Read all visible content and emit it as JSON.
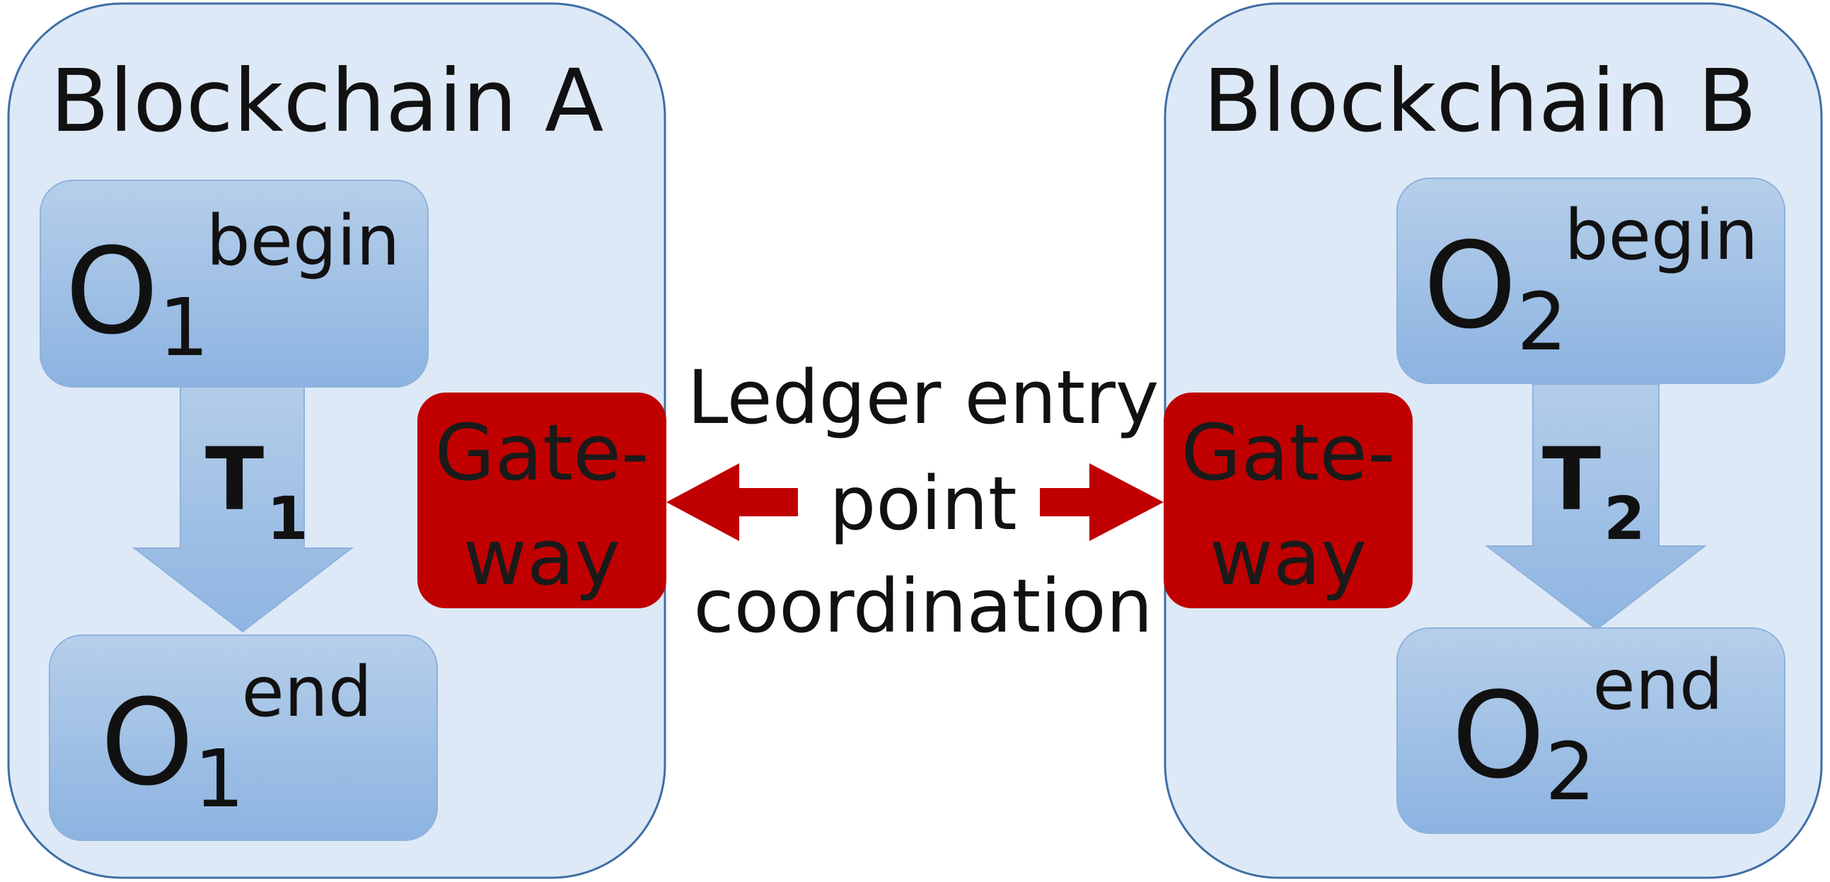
{
  "blockchain_a": {
    "title": "Blockchain A",
    "object_begin": {
      "base": "O",
      "sub": "1",
      "sup": "begin"
    },
    "transition": {
      "base": "T",
      "sub": "1"
    },
    "object_end": {
      "base": "O",
      "sub": "1",
      "sup": "end"
    },
    "gateway": {
      "line1": "Gate-",
      "line2": "way"
    }
  },
  "blockchain_b": {
    "title": "Blockchain B",
    "object_begin": {
      "base": "O",
      "sub": "2",
      "sup": "begin"
    },
    "transition": {
      "base": "T",
      "sub": "2"
    },
    "object_end": {
      "base": "O",
      "sub": "2",
      "sup": "end"
    },
    "gateway": {
      "line1": "Gate-",
      "line2": "way"
    }
  },
  "center": {
    "line1": "Ledger entry",
    "line2": "point",
    "line3": "coordination"
  },
  "colors": {
    "container_fill": "#dde9f6",
    "container_stroke": "#3f6ea5",
    "object_fill_top": "#b3cde9",
    "object_fill_bottom": "#8db4e2",
    "gateway_fill": "#c00000",
    "arrow_red": "#c00000"
  }
}
